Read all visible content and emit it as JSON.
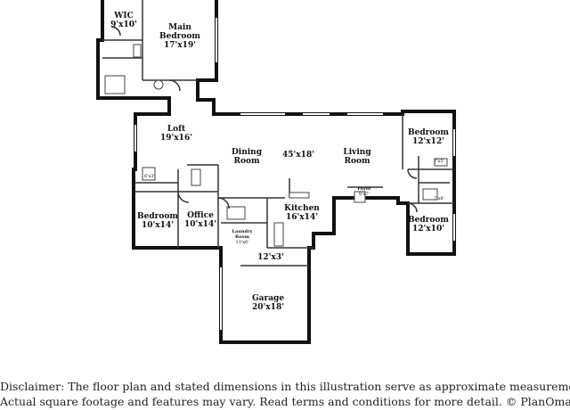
{
  "rooms": {
    "wic": {
      "name": "WIC",
      "dim": "9'x10'"
    },
    "main_bedroom": {
      "name_line1": "Main",
      "name_line2": "Bedroom",
      "dim": "17'x19'"
    },
    "loft": {
      "name": "Loft",
      "dim": "19'x16'"
    },
    "dining": {
      "name_line1": "Dining",
      "name_line2": "Room"
    },
    "great_room_dim": "45'x18'",
    "living": {
      "name_line1": "Living",
      "name_line2": "Room"
    },
    "bedroom_ne": {
      "name": "Bedroom",
      "dim": "12'x12'"
    },
    "bath_ne_dim": "7'x5'",
    "foyer": {
      "name": "Foyer",
      "dim": "8'x7'"
    },
    "bath_se_dim": "7'x8'",
    "bedroom_se": {
      "name": "Bedroom",
      "dim": "12'x10'"
    },
    "kitchen": {
      "name": "Kitchen",
      "dim": "16'x14'"
    },
    "closet_w_dim": "6'x3'",
    "bedroom_w": {
      "name": "Bedroom",
      "dim": "10'x14'"
    },
    "office": {
      "name": "Office",
      "dim": "10'x14'"
    },
    "laundry": {
      "name_line1": "Laundry",
      "name_line2": "Room",
      "dim": "13'x6'"
    },
    "hall_dim": "12'x3'",
    "garage": {
      "name": "Garage",
      "dim": "20'x18'"
    }
  },
  "disclaimer": {
    "line1": "Disclaimer: The floor plan and stated dimensions in this illustration serve as approximate measurements.",
    "line2": "Actual square footage and features may vary. Read terms and conditions for more detail. © PlanOmatic"
  }
}
